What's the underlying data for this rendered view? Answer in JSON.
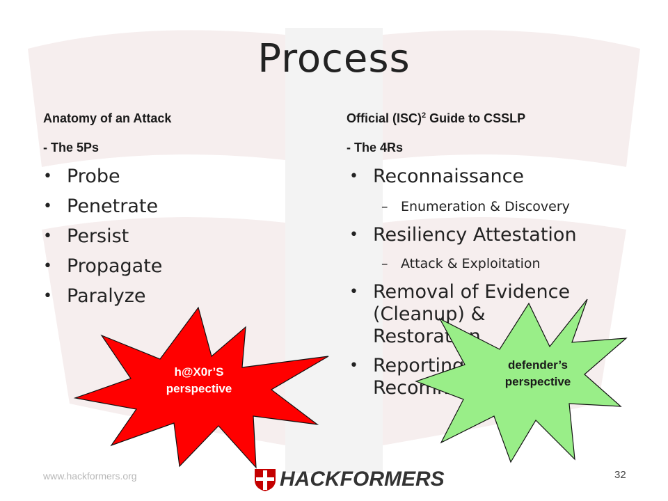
{
  "slide": {
    "title": "Process",
    "left": {
      "heading_line1": "Anatomy of an Attack",
      "heading_line2": "- The 5Ps",
      "items": [
        "Probe",
        "Penetrate",
        "Persist",
        "Propagate",
        "Paralyze"
      ]
    },
    "right": {
      "heading_pre": "Official (ISC)",
      "heading_sup": "2",
      "heading_post": " Guide to CSSLP",
      "heading_line2": "- The 4Rs",
      "items": [
        {
          "label": "Reconnaissance",
          "sub": "Enumeration & Discovery"
        },
        {
          "label": "Resiliency Attestation",
          "sub": "Attack & Exploitation"
        },
        {
          "label_lines": [
            "Removal of Evidence",
            "(Cleanup) &",
            "Restoration"
          ]
        },
        {
          "label_lines": [
            "Reporting &",
            "Recommendations"
          ]
        }
      ]
    },
    "callouts": {
      "attacker": {
        "line1": "h@X0r’S",
        "line2": "perspective",
        "color": "#ff0000"
      },
      "defender": {
        "line1": "defender’s",
        "line2": "perspective",
        "color": "#99ee88"
      }
    },
    "footer": {
      "url": "www.hackformers.org",
      "logo_text": "HACKFORMERS",
      "page_number": "32"
    }
  }
}
